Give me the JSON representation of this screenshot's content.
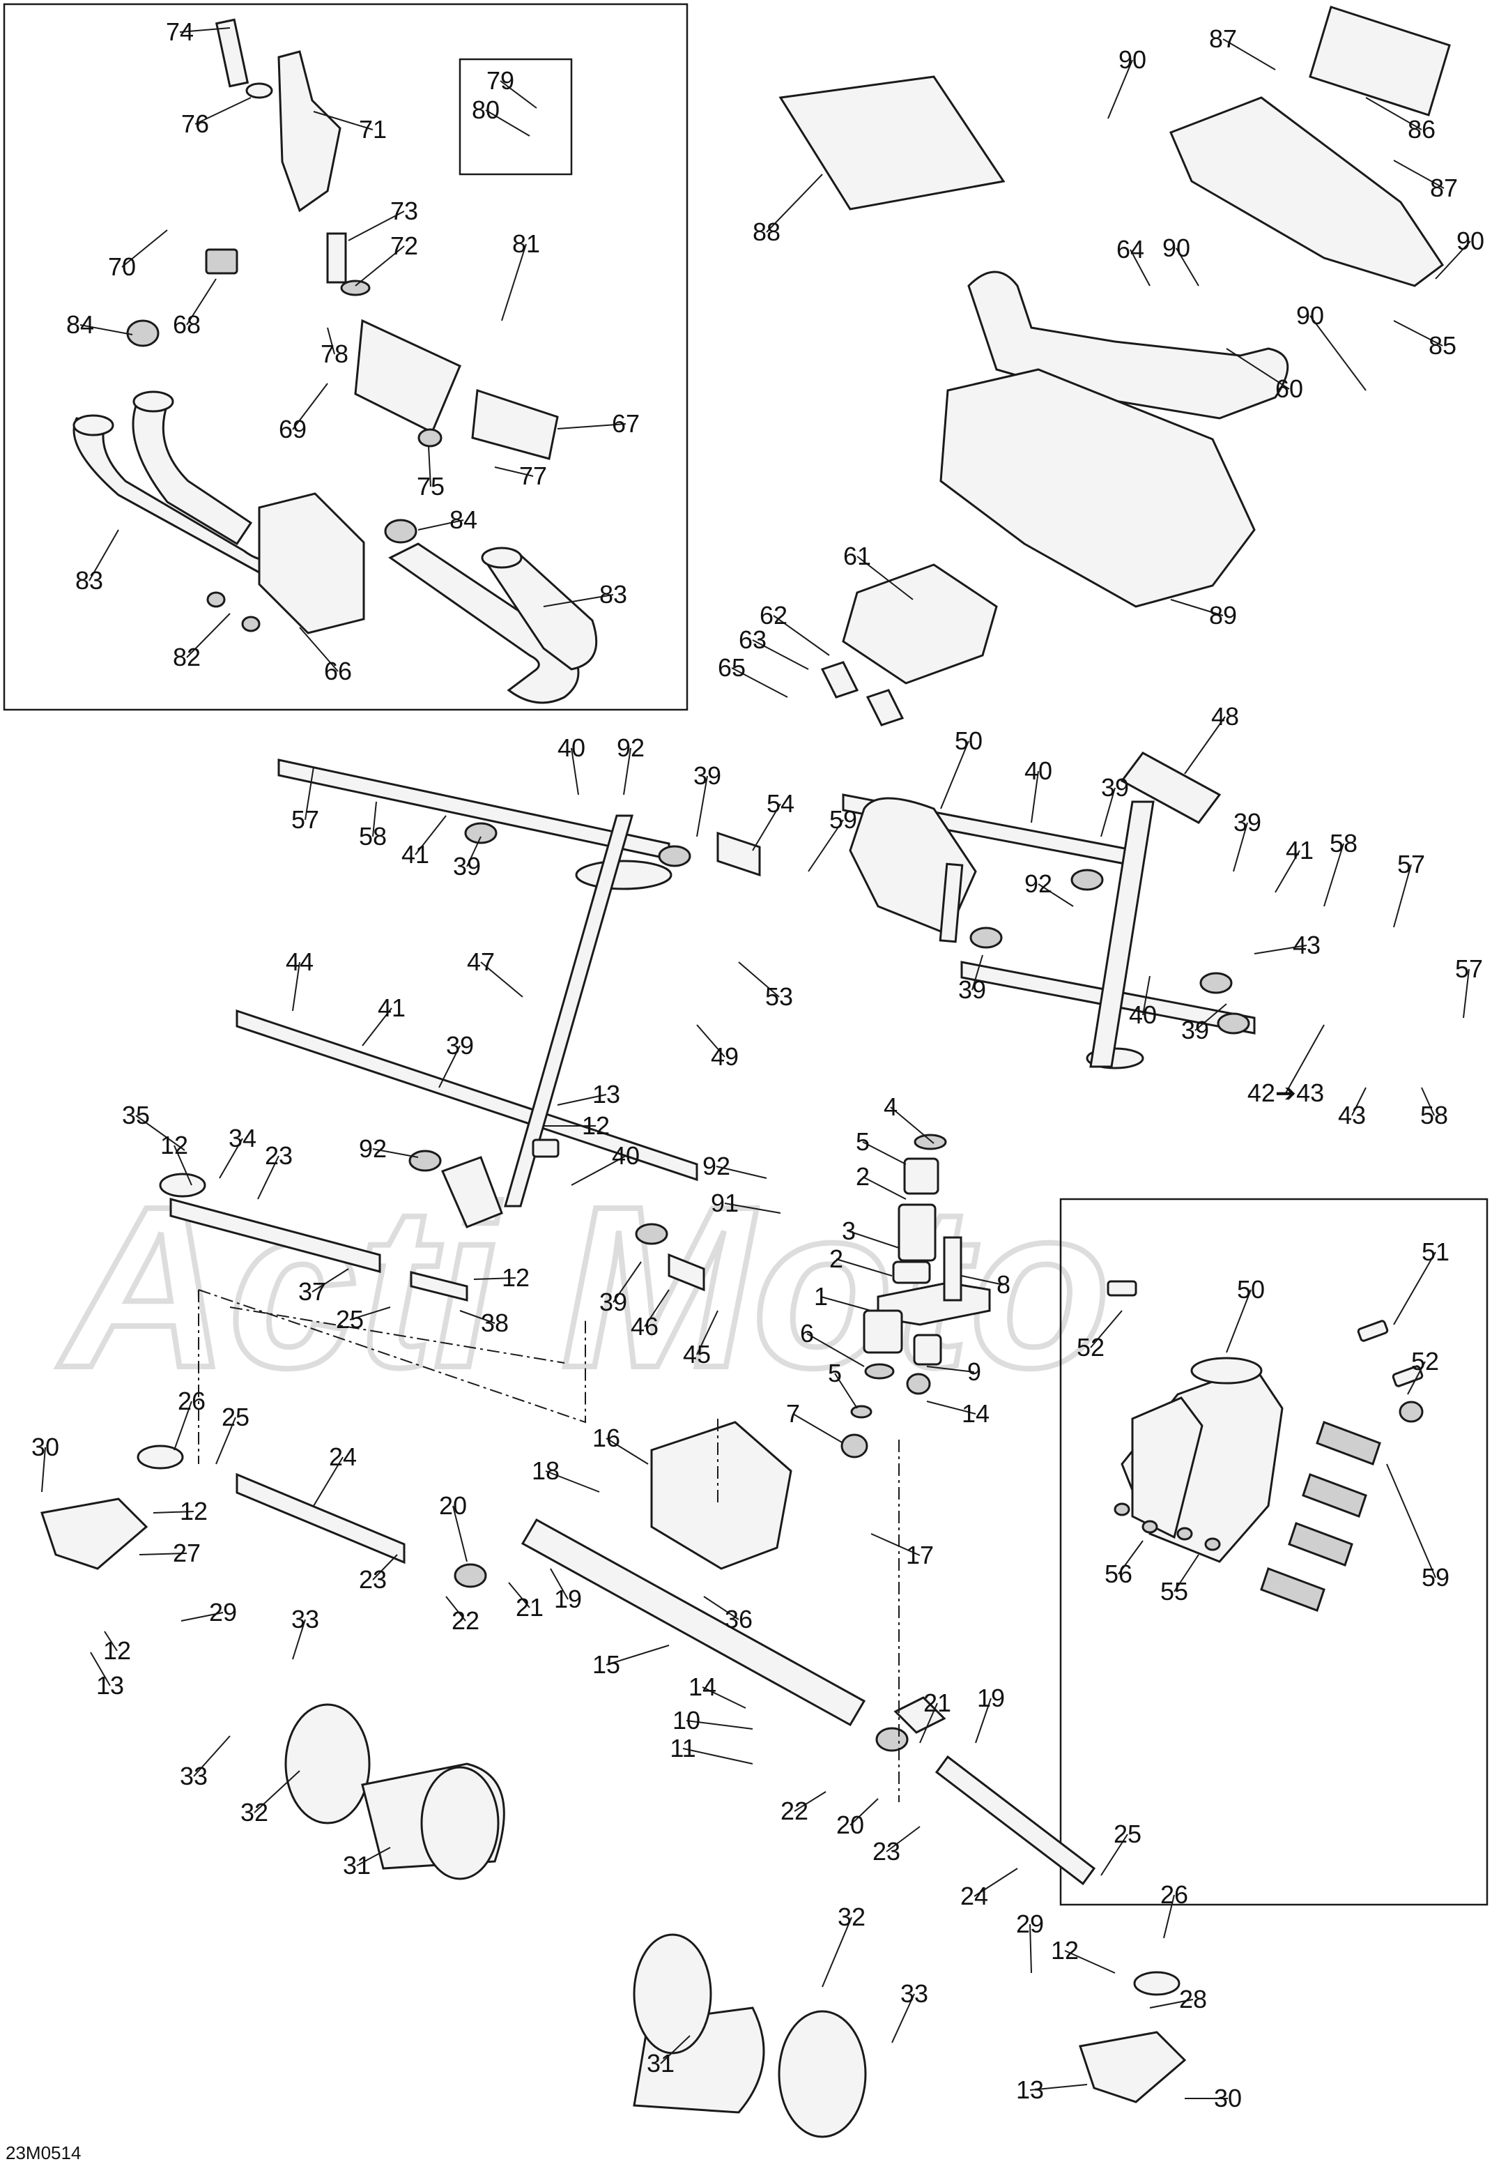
{
  "diagram": {
    "drawing_number": "23M0514",
    "watermark_text": "Acti Moto",
    "callouts": [
      {
        "id": "c74",
        "text": "74"
      },
      {
        "id": "c76",
        "text": "76"
      },
      {
        "id": "c71",
        "text": "71"
      },
      {
        "id": "c79",
        "text": "79"
      },
      {
        "id": "c80",
        "text": "80"
      },
      {
        "id": "c70",
        "text": "70"
      },
      {
        "id": "c73",
        "text": "73"
      },
      {
        "id": "c72",
        "text": "72"
      },
      {
        "id": "c81",
        "text": "81"
      },
      {
        "id": "c68",
        "text": "68"
      },
      {
        "id": "c84a",
        "text": "84"
      },
      {
        "id": "c78",
        "text": "78"
      },
      {
        "id": "c69",
        "text": "69"
      },
      {
        "id": "c67",
        "text": "67"
      },
      {
        "id": "c77",
        "text": "77"
      },
      {
        "id": "c75",
        "text": "75"
      },
      {
        "id": "c84b",
        "text": "84"
      },
      {
        "id": "c83a",
        "text": "83"
      },
      {
        "id": "c83b",
        "text": "83"
      },
      {
        "id": "c82",
        "text": "82"
      },
      {
        "id": "c66",
        "text": "66"
      },
      {
        "id": "c90a",
        "text": "90"
      },
      {
        "id": "c87a",
        "text": "87"
      },
      {
        "id": "c86",
        "text": "86"
      },
      {
        "id": "c87b",
        "text": "87"
      },
      {
        "id": "c90b",
        "text": "90"
      },
      {
        "id": "c64",
        "text": "64"
      },
      {
        "id": "c90c",
        "text": "90"
      },
      {
        "id": "c88",
        "text": "88"
      },
      {
        "id": "c85",
        "text": "85"
      },
      {
        "id": "c90d",
        "text": "90"
      },
      {
        "id": "c60",
        "text": "60"
      },
      {
        "id": "c61",
        "text": "61"
      },
      {
        "id": "c89",
        "text": "89"
      },
      {
        "id": "c62",
        "text": "62"
      },
      {
        "id": "c63",
        "text": "63"
      },
      {
        "id": "c65",
        "text": "65"
      },
      {
        "id": "c48",
        "text": "48"
      },
      {
        "id": "c50a",
        "text": "50"
      },
      {
        "id": "c40a",
        "text": "40"
      },
      {
        "id": "c92a",
        "text": "92"
      },
      {
        "id": "c40b",
        "text": "40"
      },
      {
        "id": "c57a",
        "text": "57"
      },
      {
        "id": "c58a",
        "text": "58"
      },
      {
        "id": "c41a",
        "text": "41"
      },
      {
        "id": "c39a",
        "text": "39"
      },
      {
        "id": "c39b",
        "text": "39"
      },
      {
        "id": "c54",
        "text": "54"
      },
      {
        "id": "c59a",
        "text": "59"
      },
      {
        "id": "c39c",
        "text": "39"
      },
      {
        "id": "c39d",
        "text": "39"
      },
      {
        "id": "c41b",
        "text": "41"
      },
      {
        "id": "c58b",
        "text": "58"
      },
      {
        "id": "c57b",
        "text": "57"
      },
      {
        "id": "c92b",
        "text": "92"
      },
      {
        "id": "c43a",
        "text": "43"
      },
      {
        "id": "c53",
        "text": "53"
      },
      {
        "id": "c39e",
        "text": "39"
      },
      {
        "id": "c40c",
        "text": "40"
      },
      {
        "id": "c39f",
        "text": "39"
      },
      {
        "id": "c57c",
        "text": "57"
      },
      {
        "id": "c44",
        "text": "44"
      },
      {
        "id": "c47",
        "text": "47"
      },
      {
        "id": "c41c",
        "text": "41"
      },
      {
        "id": "c49",
        "text": "49"
      },
      {
        "id": "c42",
        "text": "42➔43"
      },
      {
        "id": "c43b",
        "text": "43"
      },
      {
        "id": "c58c",
        "text": "58"
      },
      {
        "id": "c39g",
        "text": "39"
      },
      {
        "id": "c35",
        "text": "35"
      },
      {
        "id": "c13a",
        "text": "13"
      },
      {
        "id": "c12a",
        "text": "12"
      },
      {
        "id": "c12b",
        "text": "12"
      },
      {
        "id": "c34",
        "text": "34"
      },
      {
        "id": "c23a",
        "text": "23"
      },
      {
        "id": "c92c",
        "text": "92"
      },
      {
        "id": "c40d",
        "text": "40"
      },
      {
        "id": "c4",
        "text": "4"
      },
      {
        "id": "c5a",
        "text": "5"
      },
      {
        "id": "c2a",
        "text": "2"
      },
      {
        "id": "c92d",
        "text": "92"
      },
      {
        "id": "c91",
        "text": "91"
      },
      {
        "id": "c3",
        "text": "3"
      },
      {
        "id": "c2b",
        "text": "2"
      },
      {
        "id": "c8",
        "text": "8"
      },
      {
        "id": "c1",
        "text": "1"
      },
      {
        "id": "c6",
        "text": "6"
      },
      {
        "id": "c9",
        "text": "9"
      },
      {
        "id": "c5b",
        "text": "5"
      },
      {
        "id": "c14a",
        "text": "14"
      },
      {
        "id": "c7",
        "text": "7"
      },
      {
        "id": "c37",
        "text": "37"
      },
      {
        "id": "c25a",
        "text": "25"
      },
      {
        "id": "c12c",
        "text": "12"
      },
      {
        "id": "c38",
        "text": "38"
      },
      {
        "id": "c39h",
        "text": "39"
      },
      {
        "id": "c46",
        "text": "46"
      },
      {
        "id": "c45",
        "text": "45"
      },
      {
        "id": "c51",
        "text": "51"
      },
      {
        "id": "c50b",
        "text": "50"
      },
      {
        "id": "c52a",
        "text": "52"
      },
      {
        "id": "c52b",
        "text": "52"
      },
      {
        "id": "c59b",
        "text": "59"
      },
      {
        "id": "c56",
        "text": "56"
      },
      {
        "id": "c55",
        "text": "55"
      },
      {
        "id": "c26a",
        "text": "26"
      },
      {
        "id": "c25b",
        "text": "25"
      },
      {
        "id": "c30a",
        "text": "30"
      },
      {
        "id": "c24a",
        "text": "24"
      },
      {
        "id": "c16",
        "text": "16"
      },
      {
        "id": "c18",
        "text": "18"
      },
      {
        "id": "c12d",
        "text": "12"
      },
      {
        "id": "c20a",
        "text": "20"
      },
      {
        "id": "c27",
        "text": "27"
      },
      {
        "id": "c17",
        "text": "17"
      },
      {
        "id": "c23b",
        "text": "23"
      },
      {
        "id": "c21a",
        "text": "21"
      },
      {
        "id": "c19a",
        "text": "19"
      },
      {
        "id": "c22a",
        "text": "22"
      },
      {
        "id": "c29a",
        "text": "29"
      },
      {
        "id": "c33a",
        "text": "33"
      },
      {
        "id": "c12e",
        "text": "12"
      },
      {
        "id": "c13b",
        "text": "13"
      },
      {
        "id": "c36",
        "text": "36"
      },
      {
        "id": "c15",
        "text": "15"
      },
      {
        "id": "c33b",
        "text": "33"
      },
      {
        "id": "c32a",
        "text": "32"
      },
      {
        "id": "c14b",
        "text": "14"
      },
      {
        "id": "c10",
        "text": "10"
      },
      {
        "id": "c11",
        "text": "11"
      },
      {
        "id": "c21b",
        "text": "21"
      },
      {
        "id": "c19b",
        "text": "19"
      },
      {
        "id": "c22b",
        "text": "22"
      },
      {
        "id": "c20b",
        "text": "20"
      },
      {
        "id": "c23c",
        "text": "23"
      },
      {
        "id": "c31a",
        "text": "31"
      },
      {
        "id": "c25c",
        "text": "25"
      },
      {
        "id": "c24b",
        "text": "24"
      },
      {
        "id": "c26b",
        "text": "26"
      },
      {
        "id": "c29b",
        "text": "29"
      },
      {
        "id": "c32b",
        "text": "32"
      },
      {
        "id": "c12f",
        "text": "12"
      },
      {
        "id": "c28",
        "text": "28"
      },
      {
        "id": "c33c",
        "text": "33"
      },
      {
        "id": "c31b",
        "text": "31"
      },
      {
        "id": "c13c",
        "text": "13"
      },
      {
        "id": "c30b",
        "text": "30"
      }
    ]
  }
}
